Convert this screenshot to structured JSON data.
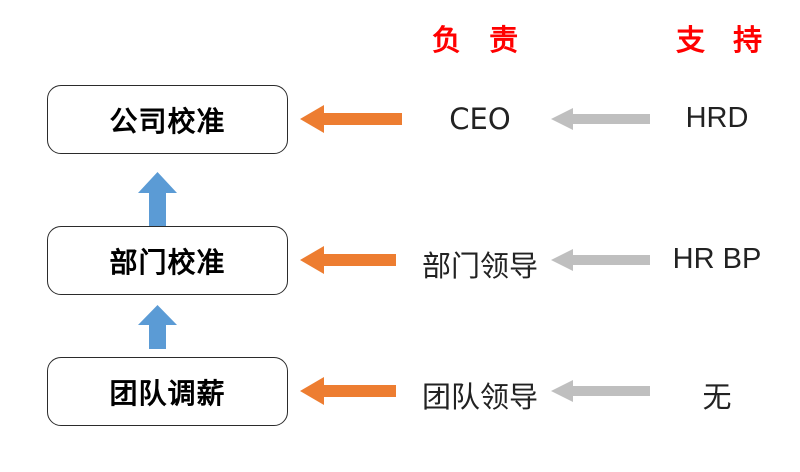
{
  "diagram": {
    "title_visible": false,
    "columns": [
      {
        "id": "responsible",
        "label": "负 责",
        "color": "#FF0000"
      },
      {
        "id": "support",
        "label": "支 持",
        "color": "#FF0000"
      }
    ],
    "colors": {
      "responsible_arrow": "#ED7D31",
      "support_arrow": "#BFBFBF",
      "flow_arrow": "#5B9BD5",
      "box_border": "#2B2B2B",
      "header_text": "#FF0000",
      "body_text": "#222222"
    },
    "rows": [
      {
        "stage": "公司校准",
        "responsible": "CEO",
        "support": "HRD",
        "responsible_arrow": "left-arrow-orange",
        "support_arrow": "left-arrow-gray"
      },
      {
        "stage": "部门校准",
        "responsible": "部门领导",
        "support": "HR BP",
        "responsible_arrow": "left-arrow-orange",
        "support_arrow": "left-arrow-gray"
      },
      {
        "stage": "团队调薪",
        "responsible": "团队领导",
        "support": "无",
        "responsible_arrow": "left-arrow-orange",
        "support_arrow": "left-arrow-gray"
      }
    ],
    "flow_arrows": [
      {
        "id": "flow-up-0",
        "direction": "up",
        "from": "部门校准",
        "to": "公司校准"
      },
      {
        "id": "flow-up-1",
        "direction": "up",
        "from": "团队调薪",
        "to": "部门校准"
      }
    ]
  }
}
